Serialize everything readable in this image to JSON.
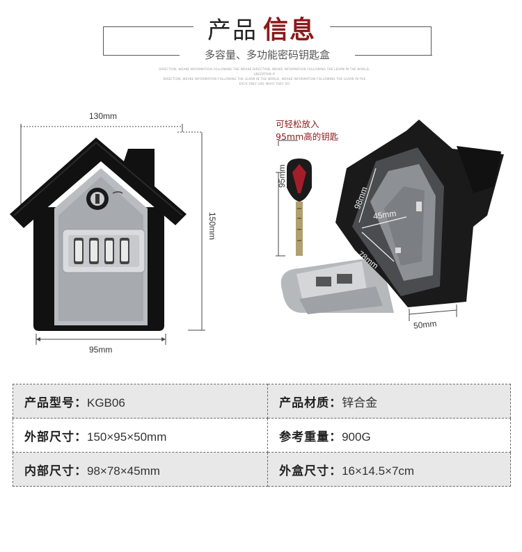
{
  "header": {
    "title_light": "产品",
    "title_bold": "信息",
    "subtitle": "多容量、多功能密码钥匙盒",
    "tiny_lines": [
      "DIRECTION, WEAKE INFORMATION FOLLOWING THE WEAKE DIRECTION, WEAKE INFORMATION FOLLOWING THE LEARN IN THE WORLD, UNCERTAIN IF",
      "DIRECTION, WEAKE INFORMATION FOLLOWING THE LEARN IN THE WORLD, WEAKE INFORMATION FOLLOWING THE LEARN IN THE",
      "EACH ONLY LIKE WHAT THEY DO"
    ]
  },
  "dimensions": {
    "width_top": "130mm",
    "height_right": "150mm",
    "width_bottom": "95mm",
    "key_height": "95mm",
    "inner_height": "98mm",
    "inner_depth": "45mm",
    "inner_width": "78mm",
    "depth": "50mm"
  },
  "note": {
    "line1": "可轻松放入",
    "line2": "95mm高的钥匙"
  },
  "specs": [
    {
      "label": "产品型号：",
      "value": "KGB06",
      "label2": "产品材质：",
      "value2": "锌合金"
    },
    {
      "label": "外部尺寸：",
      "value": "150×95×50mm",
      "label2": "参考重量：",
      "value2": "900G"
    },
    {
      "label": "内部尺寸：",
      "value": "98×78×45mm",
      "label2": "外盒尺寸：",
      "value2": "16×14.5×7cm"
    }
  ],
  "colors": {
    "accent": "#8b1a1a",
    "row_shade": "#e8e8e8"
  }
}
